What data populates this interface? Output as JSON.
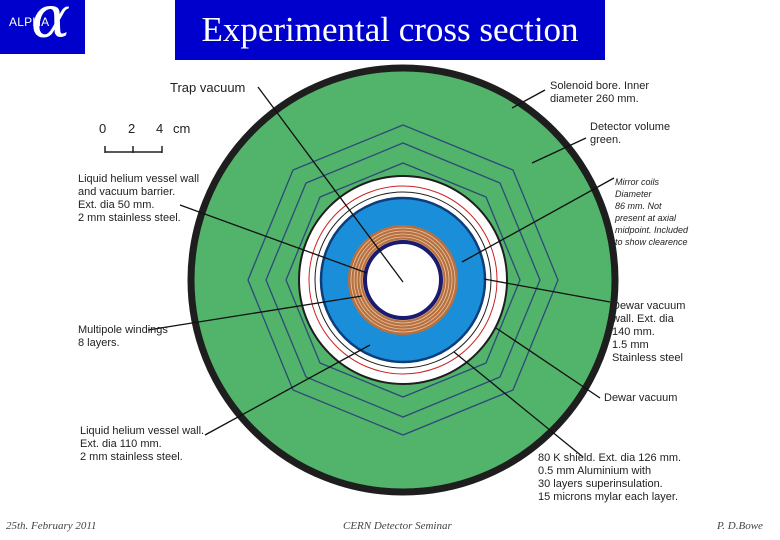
{
  "logo": {
    "text": "ALPHA",
    "glyph": "α"
  },
  "title": "Experimental cross section",
  "scale": {
    "ticks": [
      "0",
      "2",
      "4"
    ],
    "unit": "cm"
  },
  "labels": {
    "trap_vacuum": "Trap vacuum",
    "solenoid": [
      "Solenoid bore. Inner",
      "diameter 260 mm."
    ],
    "detector": [
      "Detector volume",
      "green."
    ],
    "mirror_coils": [
      "Mirror coils",
      "Diameter",
      "86 mm. Not",
      "present at axial",
      "midpoint. Included",
      "to show clearence"
    ],
    "lhe_wall_inner": [
      "Liquid helium vessel wall",
      "and vacuum barrier.",
      "Ext. dia 50 mm.",
      "2 mm stainless steel."
    ],
    "multipole": [
      "Multipole windings",
      "8 layers."
    ],
    "dewar_wall": [
      "Dewar vacuum",
      "wall.  Ext. dia",
      "140 mm.",
      "1.5 mm",
      "Stainless steel"
    ],
    "dewar_vacuum": "Dewar vacuum",
    "lhe_wall_outer": [
      "Liquid helium vessel wall.",
      "Ext. dia 110 mm.",
      " 2 mm stainless steel."
    ],
    "shield": [
      "80 K shield. Ext. dia 126 mm.",
      "0.5 mm Aluminium with",
      "30 layers superinsulation.",
      "15 microns mylar each layer."
    ]
  },
  "footer": {
    "date": "25th. February 2011",
    "event": "CERN Detector Seminar",
    "author": "P. D.Bowe"
  },
  "colors": {
    "brand_blue": "#0000cc",
    "detector_green": "#52b36b",
    "outline_dark": "#1e1e1e",
    "octagon_lines": "#2d4a7a",
    "dewar_blue": "#1a8ed8",
    "coil_copper": "#b8703f",
    "mirror_red": "#cc2222"
  }
}
